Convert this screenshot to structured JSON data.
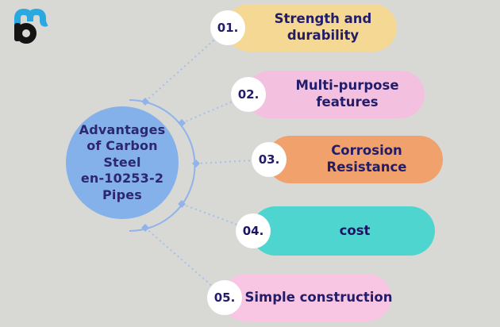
{
  "background": "#d8d8d5",
  "logo": {
    "name": "pm-monogram",
    "m_color": "#2aa9e0",
    "p_color": "#141414"
  },
  "hub": {
    "title": "Advantages\nof Carbon\nSteel\nen-10253-2\nPipes",
    "bg": "#84b1ea",
    "text_color": "#2c2770"
  },
  "connector": {
    "line_color": "#8fb3ea",
    "dot_color": "#a5c0ec"
  },
  "items": [
    {
      "number": "01.",
      "label": "Strength and\ndurability",
      "bg": "#f5d894",
      "text_color": "#231d69"
    },
    {
      "number": "02.",
      "label": "Multi-purpose\nfeatures",
      "bg": "#f3c0df",
      "text_color": "#231d69"
    },
    {
      "number": "03.",
      "label": "Corrosion\nResistance",
      "bg": "#f0a16c",
      "text_color": "#231d69"
    },
    {
      "number": "04.",
      "label": "cost",
      "bg": "#4fd5cf",
      "text_color": "#1b1464"
    },
    {
      "number": "05.",
      "label": "Simple construction",
      "bg": "#f8c6e2",
      "text_color": "#231d69"
    }
  ]
}
